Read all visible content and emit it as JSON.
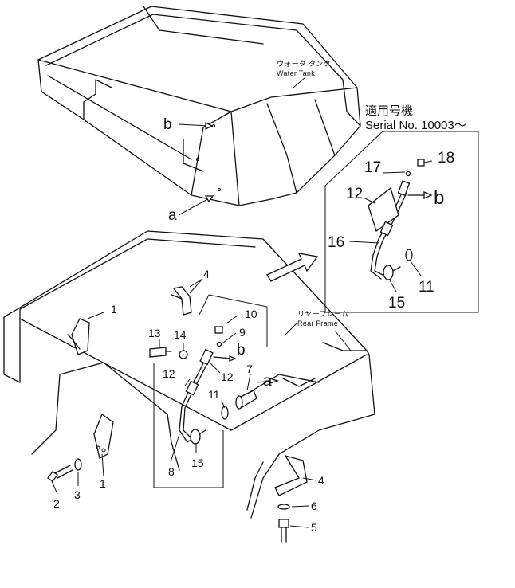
{
  "labels": {
    "water_tank_jp": "ウォータ タンク",
    "water_tank_en": "Water Tank",
    "serial_jp": "適用号機",
    "serial_en": "Serial No. 10003～",
    "rear_frame_jp": "リヤーフレーム",
    "rear_frame_en": "Rear Frame",
    "a_top": "a",
    "b_top": "b",
    "a_mid": "a",
    "b_mid": "b",
    "b_inset": "b"
  },
  "parts": {
    "p1_upper": "1",
    "p1_lower": "1",
    "p2": "2",
    "p3": "3",
    "p4_upper": "4",
    "p4_lower": "4",
    "p5": "5",
    "p6": "6",
    "p7": "7",
    "p8": "8",
    "p9": "9",
    "p10": "10",
    "p11": "11",
    "p12_left": "12",
    "p12_right": "12",
    "p13": "13",
    "p14": "14",
    "p15": "15"
  },
  "inset_parts": {
    "p11": "11",
    "p12": "12",
    "p15": "15",
    "p16": "16",
    "p17": "17",
    "p18": "18"
  }
}
